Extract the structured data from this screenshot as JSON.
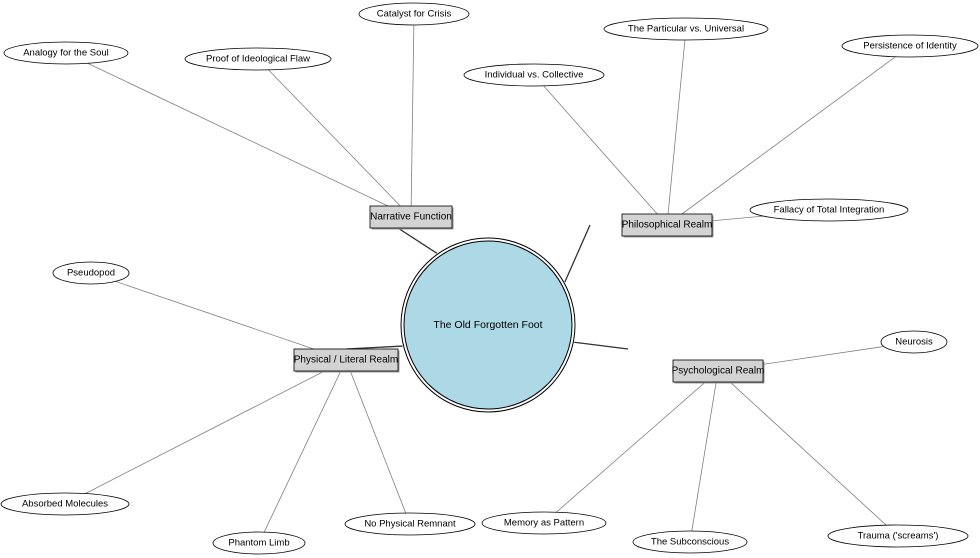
{
  "center": {
    "label": "The Old Forgotten Foot",
    "fill": "#add8e6"
  },
  "branches": [
    {
      "id": "narrative",
      "label": "Narrative Function",
      "leaves": [
        "Catalyst for Crisis",
        "Proof of Ideological Flaw",
        "Analogy for the Soul"
      ]
    },
    {
      "id": "philosophical",
      "label": "Philosophical Realm",
      "leaves": [
        "The Particular vs. Universal",
        "Individual vs. Collective",
        "Persistence of Identity",
        "Fallacy of Total Integration"
      ]
    },
    {
      "id": "physical",
      "label": "Physical / Literal Realm",
      "leaves": [
        "Pseudopod",
        "Absorbed Molecules",
        "Phantom Limb",
        "No Physical Remnant"
      ]
    },
    {
      "id": "psychological",
      "label": "Psychological Realm",
      "leaves": [
        "Neurosis",
        "Memory as Pattern",
        "The Subconscious",
        "Trauma ('screams')"
      ]
    }
  ],
  "colors": {
    "box_fill": "#d3d3d3",
    "leaf_fill": "#ffffff",
    "edge": "#808080",
    "hub_edge": "#333333"
  }
}
